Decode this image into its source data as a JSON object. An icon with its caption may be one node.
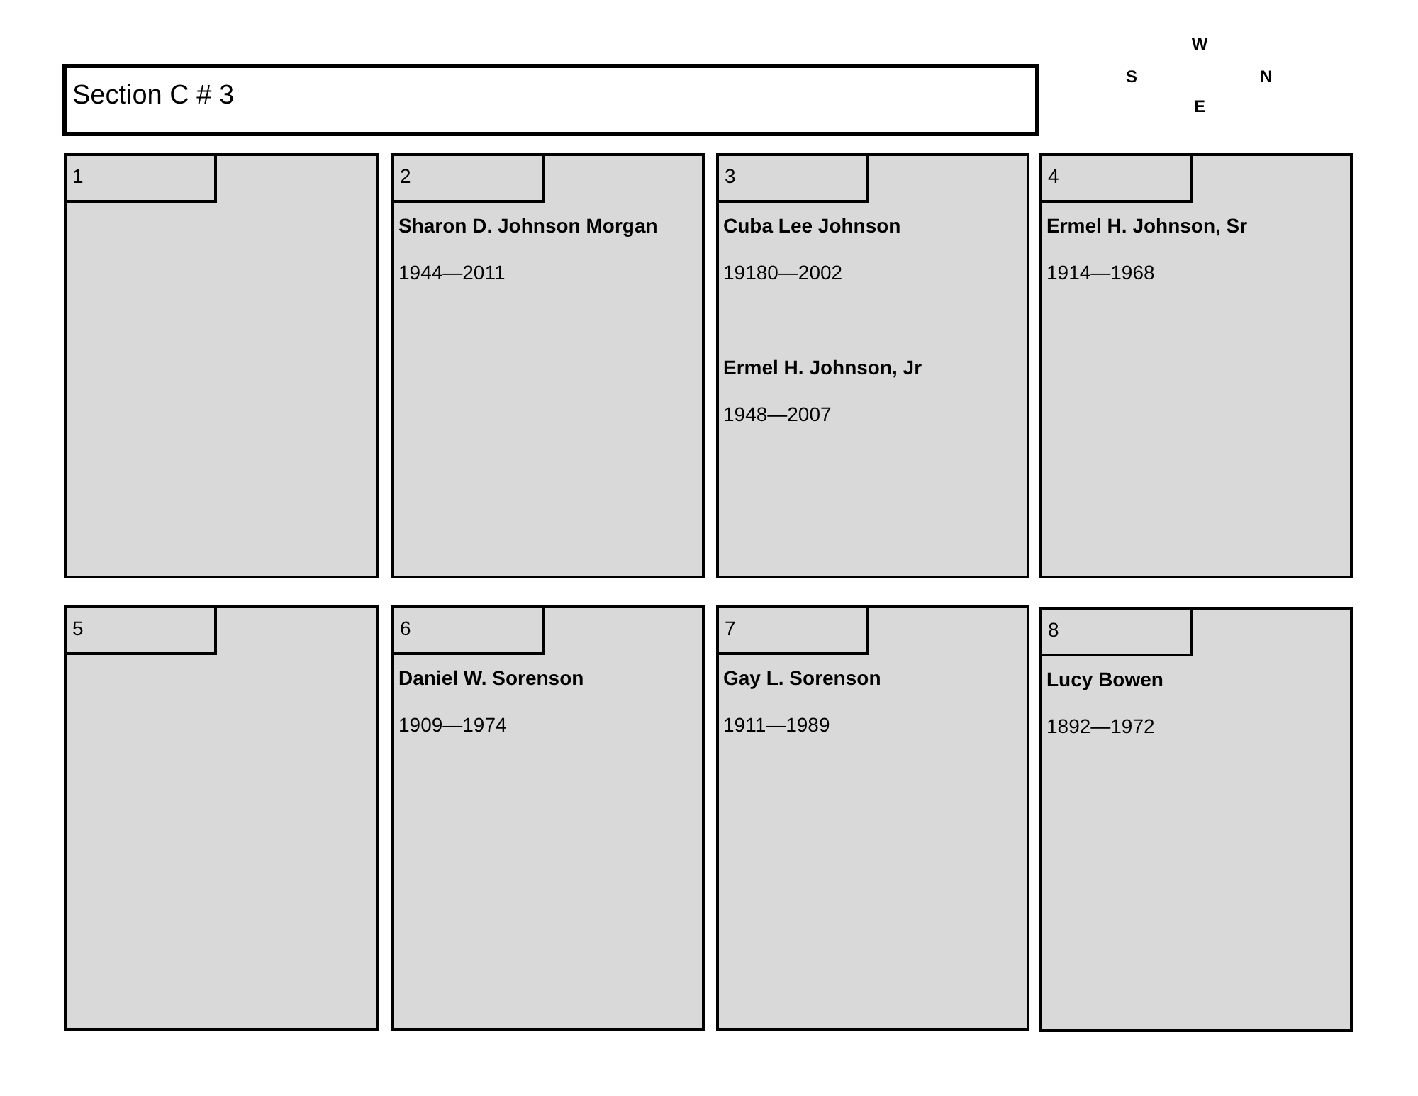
{
  "diagram": {
    "nodes": [
      {
        "text": [
          "Section C # 3"
        ]
      },
      {
        "text": [],
        "shape": "box"
      },
      {
        "text": [
          "1"
        ],
        "in": 1
      },
      {
        "text": [
          "Sharon D. Johnson Morgan",
          "1944—2011"
        ]
      },
      {
        "text": [
          "2"
        ],
        "in": 3
      },
      {
        "text": [
          "Cuba Lee Johnson",
          "19180—2002",
          "Ermel H. Johnson, Jr",
          "1948—2007"
        ]
      },
      {
        "text": [
          "3"
        ],
        "in": 5
      },
      {
        "text": [
          "Ermel H. Johnson, Sr",
          "1914—1968"
        ]
      },
      {
        "text": [
          "4"
        ],
        "in": 7
      },
      {
        "text": [],
        "shape": "box"
      },
      {
        "text": [
          "5"
        ],
        "in": 9
      },
      {
        "text": [
          "Daniel W. Sorenson",
          "1909—1974"
        ]
      },
      {
        "text": [
          "6"
        ],
        "in": 11
      },
      {
        "text": [
          "Gay L. Sorenson",
          "1911—1989"
        ]
      },
      {
        "text": [
          "7"
        ],
        "in": 13
      },
      {
        "text": [
          "Lucy Bowen",
          "1892—1972"
        ]
      },
      {
        "text": [
          "8"
        ],
        "in": 15
      }
    ],
    "edges": [],
    "labels": [
      "W",
      "S",
      "N",
      "E"
    ]
  }
}
